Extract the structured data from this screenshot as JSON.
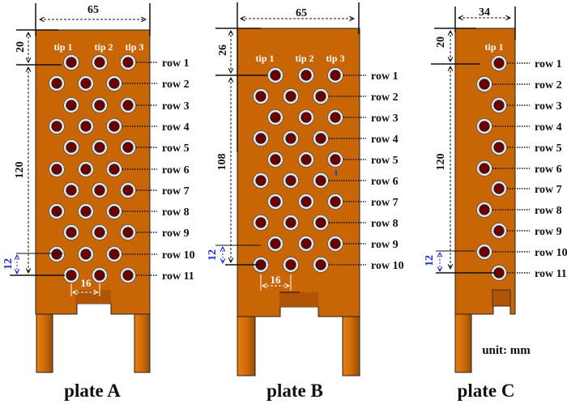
{
  "plates": [
    {
      "id": "A",
      "title": "plate A",
      "width_label": "65",
      "top_offset_label": "20",
      "span_label": "120",
      "row_pitch_label": "12",
      "tip_pitch_label": "16",
      "tips": [
        "tip 1",
        "tip 2",
        "tip 3"
      ],
      "rows": [
        "row 1",
        "row 2",
        "row 3",
        "row 4",
        "row 5",
        "row 6",
        "row 7",
        "row 8",
        "row 9",
        "row 10",
        "row 11"
      ]
    },
    {
      "id": "B",
      "title": "plate B",
      "width_label": "65",
      "top_offset_label": "26",
      "span_label": "108",
      "row_pitch_label": "12",
      "tip_pitch_label": "16",
      "tips": [
        "tip 1",
        "tip 2",
        "tip 3"
      ],
      "rows": [
        "row 1",
        "row 2",
        "row 3",
        "row 4",
        "row 5",
        "row 6",
        "row 7",
        "row 8",
        "row 9",
        "row 10"
      ]
    },
    {
      "id": "C",
      "title": "plate C",
      "width_label": "34",
      "top_offset_label": "20",
      "span_label": "120",
      "row_pitch_label": "12",
      "tips": [
        "tip 1"
      ],
      "rows": [
        "row 1",
        "row 2",
        "row 3",
        "row 4",
        "row 5",
        "row 6",
        "row 7",
        "row 8",
        "row 9",
        "row 10",
        "row 11"
      ]
    }
  ],
  "unit_label": "unit: mm",
  "colors": {
    "plate": "#c86606",
    "hole": "#6b0000",
    "pitch_dimension": "#1a2bd8"
  }
}
